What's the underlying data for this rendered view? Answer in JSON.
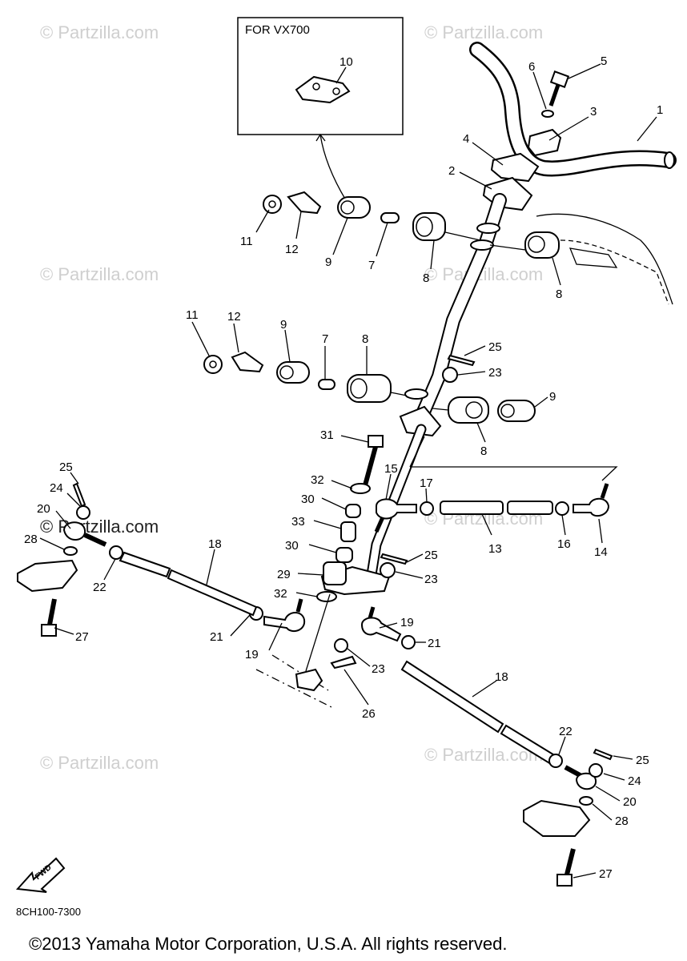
{
  "diagram": {
    "inset_title": "FOR VX700",
    "drawing_code": "8CH100-7300",
    "copyright": "©2013 Yamaha Motor Corporation, U.S.A. All rights reserved.",
    "fwd_label": "FWD",
    "watermarks": [
      "© Partzilla.com",
      "© Partzilla.com",
      "© Partzilla.com",
      "© Partzilla.com",
      "© Partzilla.com",
      "© Partzilla.com",
      "© Partzilla.com",
      "© Partzilla.com"
    ],
    "callouts": [
      "1",
      "2",
      "3",
      "4",
      "5",
      "6",
      "7",
      "8",
      "8",
      "9",
      "10",
      "11",
      "12",
      "11",
      "12",
      "9",
      "7",
      "8",
      "25",
      "23",
      "9",
      "8",
      "31",
      "32",
      "30",
      "33",
      "30",
      "29",
      "32",
      "15",
      "17",
      "13",
      "16",
      "14",
      "25",
      "23",
      "19",
      "21",
      "19",
      "23",
      "26",
      "18",
      "18",
      "21",
      "22",
      "25",
      "24",
      "20",
      "28",
      "22",
      "27",
      "24",
      "20",
      "28",
      "25",
      "27"
    ]
  }
}
